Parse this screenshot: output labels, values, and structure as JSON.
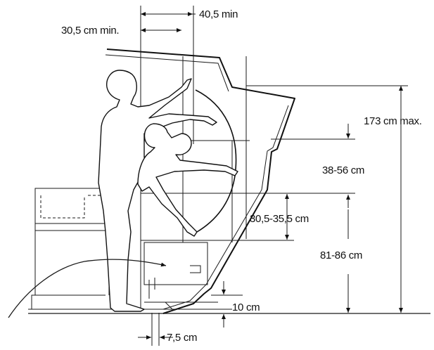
{
  "diagram": {
    "labels": {
      "min_40_5": "40,5 min",
      "min_30_5": "30,5 cm min.",
      "max_173": "173 cm max.",
      "range_38_56": "38-56 cm",
      "range_30_5_35_5": "30,5-35,5 cm",
      "range_81_86": "81-86 cm",
      "d_10": "10 cm",
      "d_7_5": "7,5 cm"
    },
    "colors": {
      "ink": "#111111",
      "paper": "#ffffff"
    }
  }
}
